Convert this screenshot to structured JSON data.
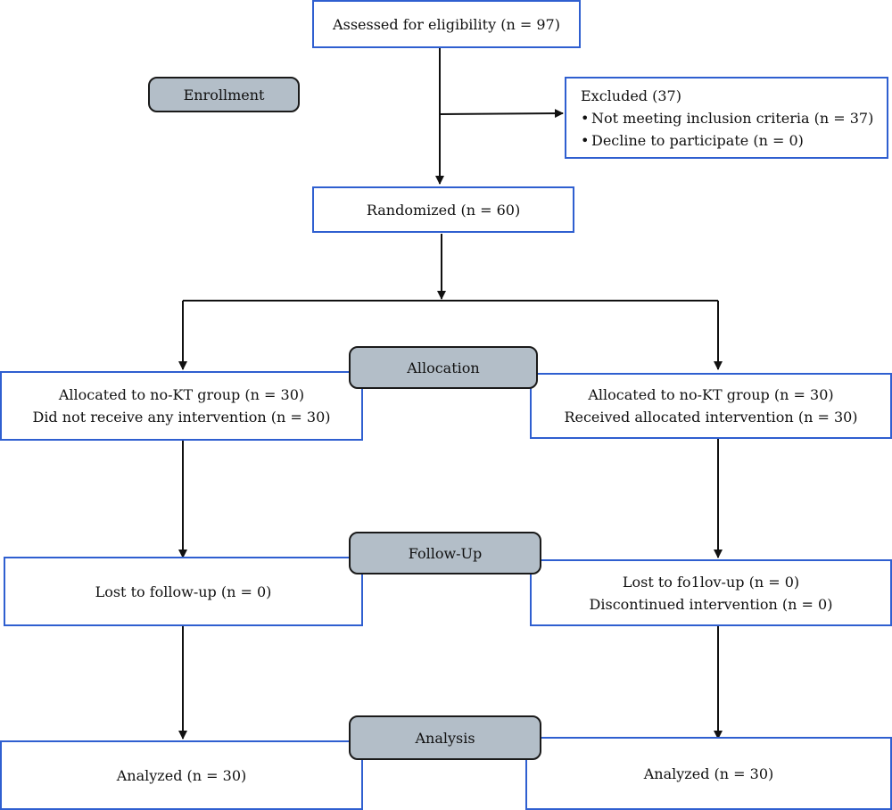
{
  "stages": {
    "enrollment": "Enrollment",
    "allocation": "Allocation",
    "follow_up": "Follow-Up",
    "analysis": "Analysis"
  },
  "assessed": "Assessed for eligibility (n = 97)",
  "excluded": {
    "title": "Excluded (37)",
    "bullet": "•",
    "items": [
      "Not meeting inclusion criteria (n = 37)",
      "Decline to participate (n = 0)"
    ]
  },
  "randomized": "Randomized (n = 60)",
  "allocation": {
    "left": [
      "Allocated to no-KT group (n = 30)",
      "Did not receive any intervention (n = 30)"
    ],
    "right": [
      "Allocated to no-KT group (n = 30)",
      "Received allocated intervention (n = 30)"
    ]
  },
  "follow_up": {
    "left": [
      "Lost to follow-up (n = 0)"
    ],
    "right": [
      "Lost to fo1lov-up (n = 0)",
      "Discontinued intervention (n = 0)"
    ]
  },
  "analysis": {
    "left": "Analyzed (n = 30)",
    "right": "Analyzed (n = 30)"
  }
}
